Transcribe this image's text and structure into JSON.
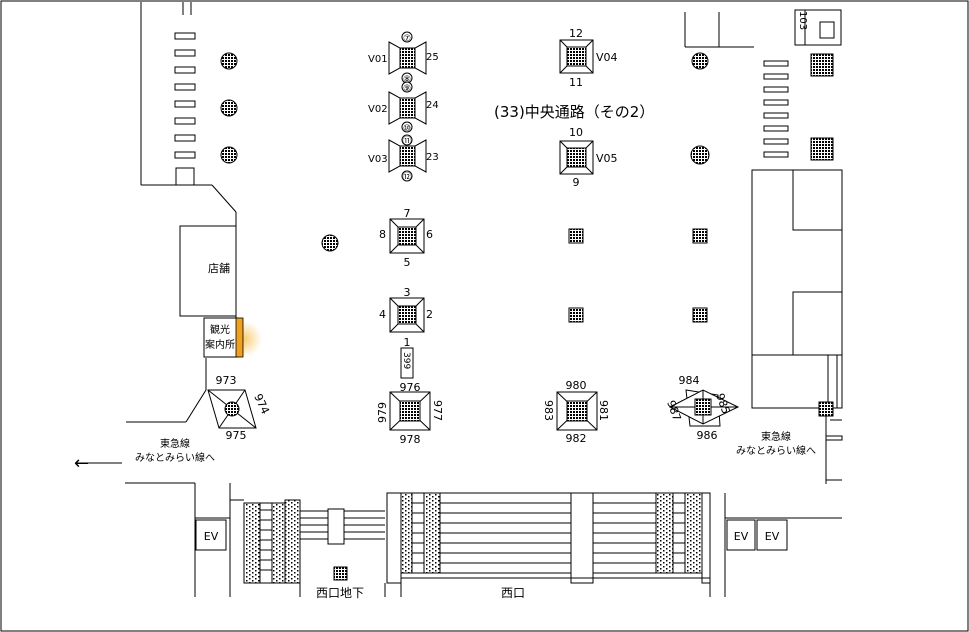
{
  "title": "(33)中央通路（その2）",
  "columns": {
    "top_left": {
      "top_code": "⑦",
      "bottom_code": "⑧",
      "left_label": "V01",
      "right_label": "25"
    },
    "mid_left": {
      "top_code": "⑨",
      "bottom_code": "⑩",
      "left_label": "V02",
      "right_label": "24"
    },
    "low_left": {
      "top_code": "⑪",
      "bottom_code": "⑫",
      "left_label": "V03",
      "right_label": "23"
    },
    "v04": {
      "top": "12",
      "bottom": "11",
      "right": "V04"
    },
    "v05": {
      "top": "10",
      "bottom": "9",
      "right": "V05"
    },
    "c8": {
      "top": "7",
      "bottom": "5",
      "left": "8",
      "right": "6"
    },
    "c4": {
      "top": "3",
      "bottom": "1",
      "left": "4",
      "right": "2"
    },
    "c978": {
      "top": "976",
      "bottom": "978",
      "left": "979",
      "right": "977"
    },
    "c982": {
      "top": "980",
      "bottom": "982",
      "left": "983",
      "right": "981"
    },
    "c986": {
      "top": "984",
      "bottom": "986",
      "left": "987",
      "right": "985"
    },
    "c975": {
      "top": "973",
      "right": "974",
      "bottom": "975"
    }
  },
  "small_label_399": "399",
  "small_label_top_right": "103",
  "shop_label": "店舗",
  "info_label_line1": "観光",
  "info_label_line2": "案内所",
  "tokyu_left_line1": "東急線",
  "tokyu_left_line2": "みなとみらい線へ",
  "tokyu_right_line1": "東急線",
  "tokyu_right_line2": "みなとみらい線へ",
  "arrow_glyph": "←",
  "ev_labels": [
    "EV",
    "EV",
    "EV"
  ],
  "nishiguchi_chika": "西口地下",
  "nishiguchi": "西口",
  "colors": {
    "line": "#000000",
    "info_accent": "#f0a020",
    "pillar_fill": "#000000"
  }
}
